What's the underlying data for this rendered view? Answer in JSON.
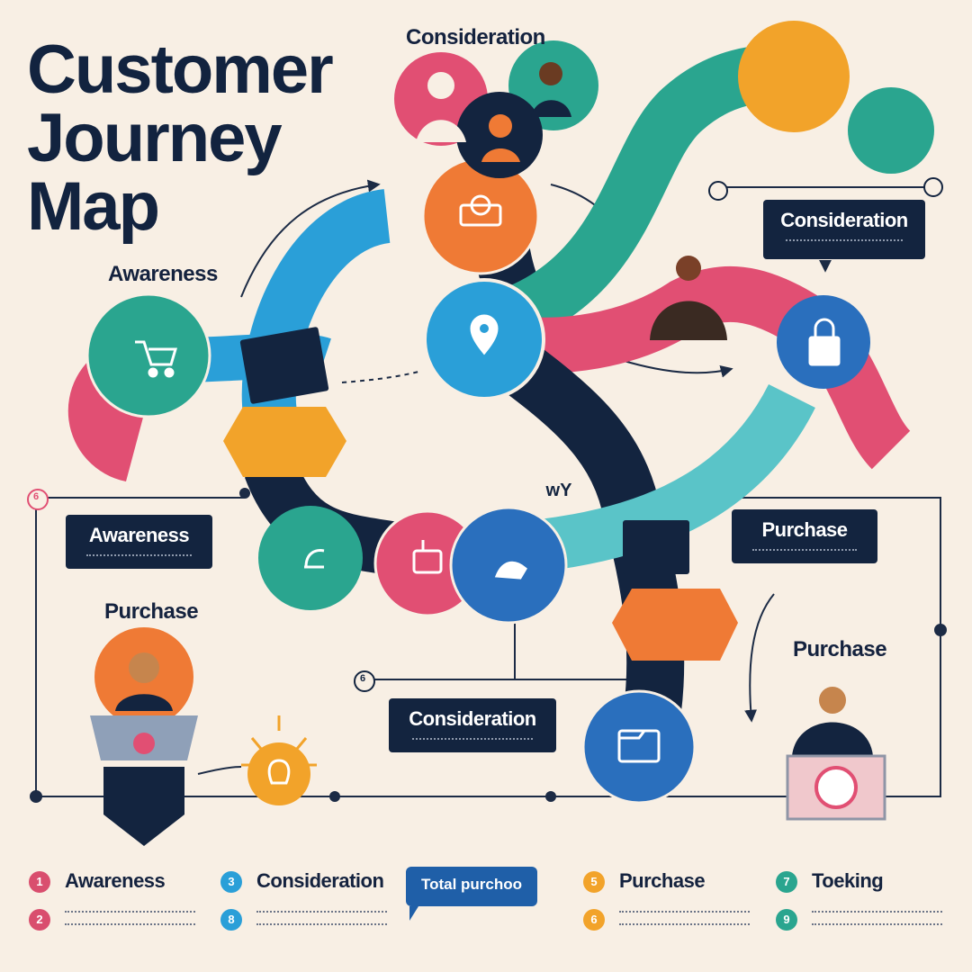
{
  "title": {
    "line1": "Customer",
    "line2": "Journey",
    "line3": "Map"
  },
  "stage_labels": {
    "top_consideration": "Consideration",
    "awareness_upper": "Awareness",
    "purchase_left": "Purchase",
    "purchase_right": "Purchase"
  },
  "tags": {
    "consideration_right": "Consideration",
    "awareness_left": "Awareness",
    "purchase_mid": "Purchase",
    "consideration_bottom": "Consideration"
  },
  "legend": [
    {
      "num": "1",
      "label": "Awareness",
      "sub_num": "2",
      "color": "#d94e6e"
    },
    {
      "num": "3",
      "label": "Consideration",
      "sub_num": "8",
      "color": "#2a9fd8"
    },
    {
      "num": "5",
      "label": "Purchase",
      "sub_num": "6",
      "color": "#f2a32a"
    },
    {
      "num": "7",
      "label": "Toeking",
      "sub_num": "9",
      "color": "#2aa58f"
    }
  ],
  "total_purchase": "Total purchoo",
  "badge_text": "wY",
  "marker_nums": {
    "left": "6",
    "bottom": "6"
  },
  "colors": {
    "navy": "#13243f",
    "blue": "#2a9fd8",
    "teal": "#2aa58f",
    "orange": "#ef7a35",
    "pink": "#e14f73",
    "yellow": "#f2a32a",
    "background": "#f8efe4"
  }
}
